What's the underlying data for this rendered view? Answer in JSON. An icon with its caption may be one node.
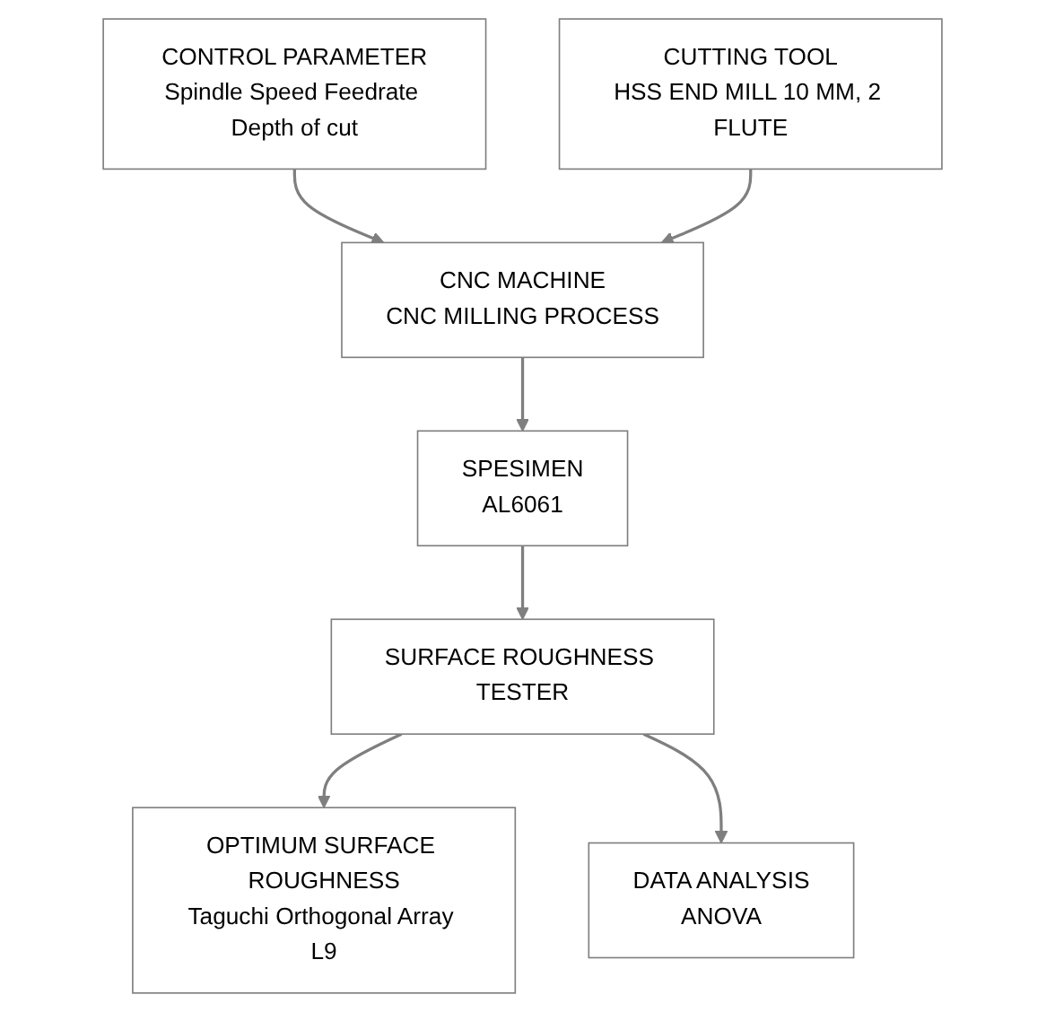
{
  "diagram": {
    "nodes": [
      {
        "text": [
          "CONTROL PARAMETER",
          "Spindle Speed Feedrate Depth of cut"
        ]
      },
      {
        "text": [
          "CUTTING TOOL",
          "HSS END MILL 10 MM, 2 FLUTE"
        ]
      },
      {
        "text": [
          "SPESIMEN",
          "AL6061"
        ]
      },
      {
        "text": [
          "CNC MACHINE",
          "CNC MILLING PROCESS"
        ]
      },
      {
        "text": [
          "SURFACE ROUGHNESS TESTER"
        ]
      },
      {
        "text": [
          "OPTIMUM SURFACE ROUGHNESS",
          "Taguchi Orthogonal Array L9"
        ]
      },
      {
        "text": [
          "DATA ANALYSIS",
          "ANOVA"
        ]
      }
    ],
    "edges": [
      {
        "from": 0,
        "to": 3,
        "arrow": "to"
      },
      {
        "from": 1,
        "to": 3,
        "arrow": "to"
      },
      {
        "from": 3,
        "to": 2,
        "arrow": "to"
      },
      {
        "from": 2,
        "to": 4,
        "arrow": "to"
      },
      {
        "from": 4,
        "to": 5,
        "arrow": "to"
      },
      {
        "from": 4,
        "to": 6,
        "arrow": "to"
      }
    ]
  }
}
